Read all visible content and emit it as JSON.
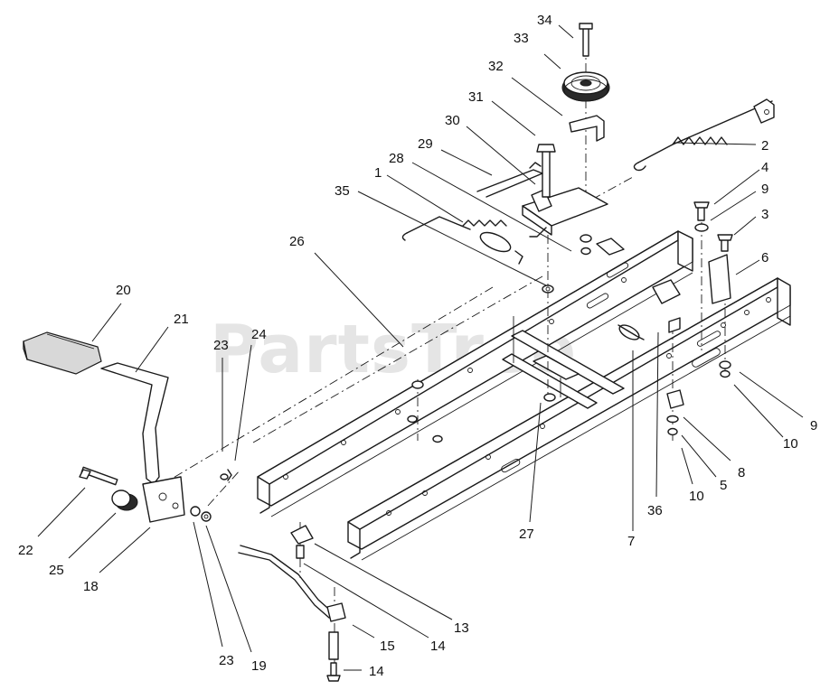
{
  "watermark": "PartsTree",
  "callouts": [
    {
      "id": "c34a",
      "text": "34"
    },
    {
      "id": "c33",
      "text": "33"
    },
    {
      "id": "c32",
      "text": "32"
    },
    {
      "id": "c31",
      "text": "31"
    },
    {
      "id": "c30",
      "text": "30"
    },
    {
      "id": "c29",
      "text": "29"
    },
    {
      "id": "c28",
      "text": "28"
    },
    {
      "id": "c1",
      "text": "1"
    },
    {
      "id": "c35",
      "text": "35"
    },
    {
      "id": "c2",
      "text": "2"
    },
    {
      "id": "c4",
      "text": "4"
    },
    {
      "id": "c9a",
      "text": "9"
    },
    {
      "id": "c3",
      "text": "3"
    },
    {
      "id": "c6",
      "text": "6"
    },
    {
      "id": "c26",
      "text": "26"
    },
    {
      "id": "c20",
      "text": "20"
    },
    {
      "id": "c21",
      "text": "21"
    },
    {
      "id": "c23a",
      "text": "23"
    },
    {
      "id": "c24",
      "text": "24"
    },
    {
      "id": "c9b",
      "text": "9"
    },
    {
      "id": "c10a",
      "text": "10"
    },
    {
      "id": "c8",
      "text": "8"
    },
    {
      "id": "c5",
      "text": "5"
    },
    {
      "id": "c10b",
      "text": "10"
    },
    {
      "id": "c36",
      "text": "36"
    },
    {
      "id": "c7",
      "text": "7"
    },
    {
      "id": "c27",
      "text": "27"
    },
    {
      "id": "c22",
      "text": "22"
    },
    {
      "id": "c25",
      "text": "25"
    },
    {
      "id": "c18",
      "text": "18"
    },
    {
      "id": "c13",
      "text": "13"
    },
    {
      "id": "c14a",
      "text": "14"
    },
    {
      "id": "c15",
      "text": "15"
    },
    {
      "id": "c23b",
      "text": "23"
    },
    {
      "id": "c19",
      "text": "19"
    },
    {
      "id": "c14b",
      "text": "14"
    }
  ]
}
